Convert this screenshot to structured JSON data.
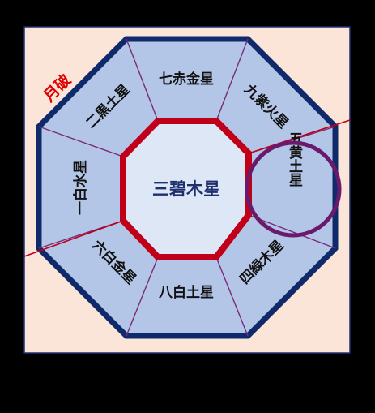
{
  "colors": {
    "background": "#000000",
    "panel": "#fbe5d8",
    "panel_border": "#1f2f6e",
    "octagon_fill": "#b4c6e7",
    "octagon_border": "#0f2a6b",
    "divider": "#7a2a7a",
    "center_fill": "#dde7f5",
    "center_border": "#c00018",
    "text": "#111111",
    "center_text": "#1f2f6e",
    "red_label": "#e00000",
    "red_line": "#c00018",
    "circle": "#6a1a6a"
  },
  "center": {
    "label": "三碧木星"
  },
  "sectors": [
    {
      "id": "top",
      "label": "七赤金星"
    },
    {
      "id": "top-right",
      "label": "九紫火星"
    },
    {
      "id": "right",
      "label": "五黄土星"
    },
    {
      "id": "bottom-right",
      "label": "四緑木星"
    },
    {
      "id": "bottom",
      "label": "八白土星"
    },
    {
      "id": "bottom-left",
      "label": "六白金星"
    },
    {
      "id": "left",
      "label": "一白水星"
    },
    {
      "id": "top-left",
      "label": "二黒土星"
    }
  ],
  "annotations": {
    "getsuha": "月破",
    "highlight_sector": "right"
  }
}
